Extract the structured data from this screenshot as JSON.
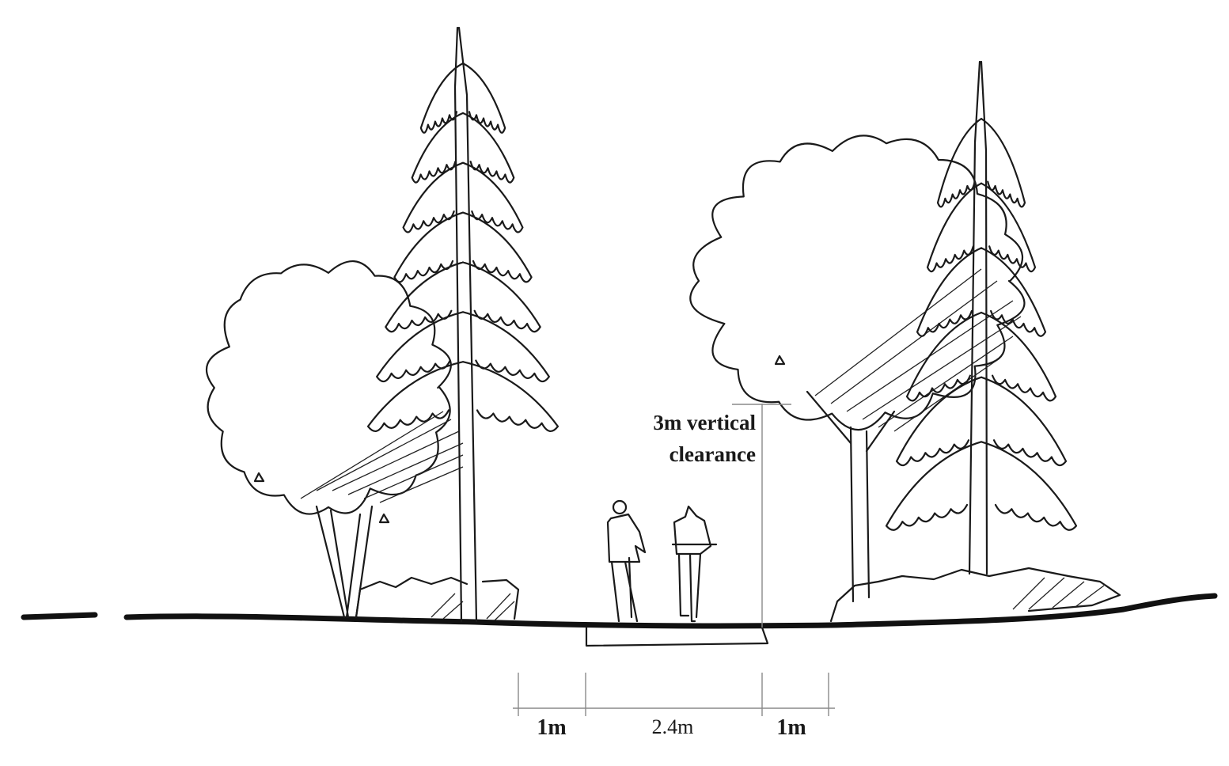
{
  "title": "Path cross-section with tree clearance",
  "annotations": {
    "clearance_line1": "3m vertical",
    "clearance_line2": "clearance"
  },
  "dimensions": [
    {
      "label": "1m"
    },
    {
      "label": "2.4m"
    },
    {
      "label": "1m"
    }
  ],
  "colors": {
    "ink": "#1a1a1a",
    "dimension_line": "#8a8a8a"
  }
}
